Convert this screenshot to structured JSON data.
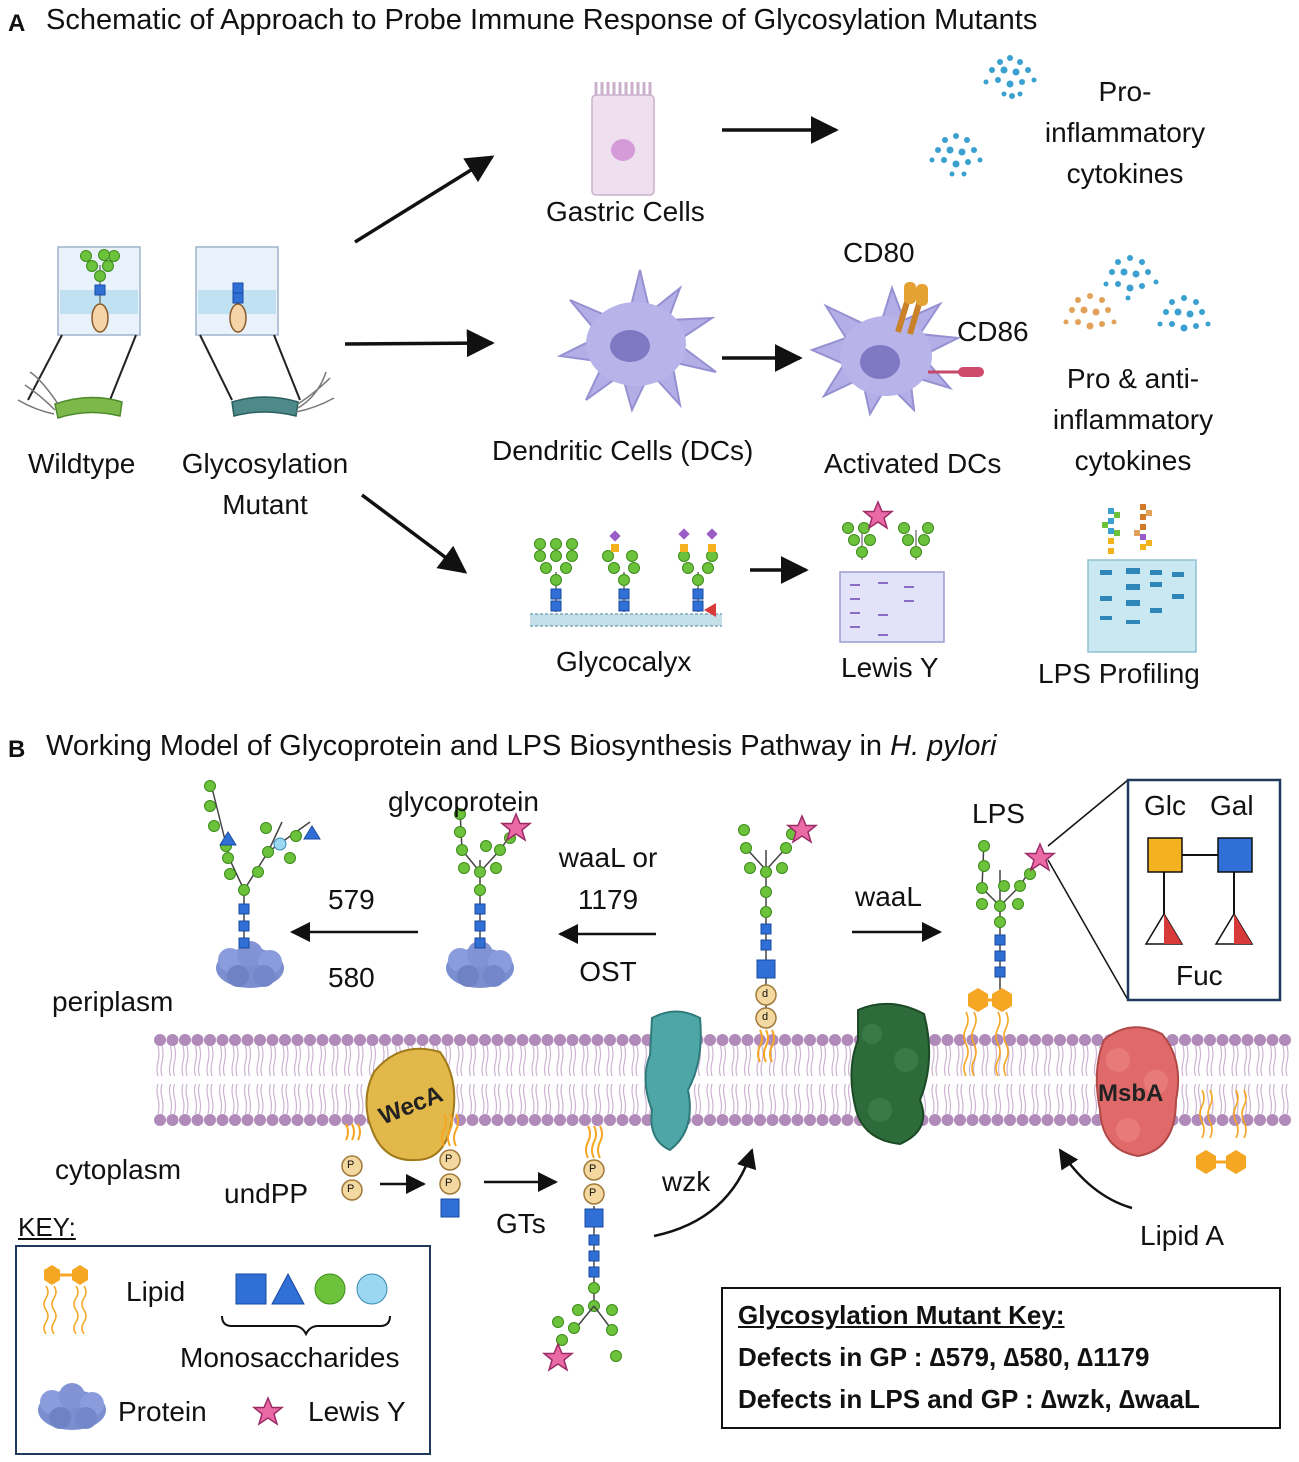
{
  "panel_a": {
    "letter": "A",
    "title": "Schematic of Approach to Probe Immune Response of Glycosylation Mutants",
    "labels": {
      "wildtype": "Wildtype",
      "mutant_line1": "Glycosylation",
      "mutant_line2": "Mutant",
      "gastric_cells": "Gastric Cells",
      "pro_line1": "Pro-",
      "pro_line2": "inflammatory",
      "pro_line3": "cytokines",
      "dcs": "Dendritic Cells (DCs)",
      "activated_dcs": "Activated DCs",
      "cd80": "CD80",
      "cd86": "CD86",
      "proanti_line1": "Pro & anti-",
      "proanti_line2": "inflammatory",
      "proanti_line3": "cytokines",
      "glycocalyx": "Glycocalyx",
      "lewis_y": "Lewis Y",
      "lps_profiling": "LPS Profiling"
    }
  },
  "panel_b": {
    "letter": "B",
    "title_prefix": "Working Model of Glycoprotein and LPS Biosynthesis Pathway in ",
    "title_italic": "H. pylori",
    "labels": {
      "glycoprotein": "glycoprotein",
      "lps": "LPS",
      "n579": "579",
      "n580": "580",
      "waal_or": "waaL or",
      "n1179": "1179",
      "ost": "OST",
      "waal": "waaL",
      "periplasm": "periplasm",
      "cytoplasm": "cytoplasm",
      "undpp": "undPP",
      "gts": "GTs",
      "wzk": "wzk",
      "wecA": "WecA",
      "msbA": "MsbA",
      "lipid_a": "Lipid A",
      "glc": "Glc",
      "gal": "Gal",
      "fuc": "Fuc",
      "p": "P",
      "d": "d"
    },
    "key": {
      "title": "KEY:",
      "lipid": "Lipid",
      "monosaccharides": "Monosaccharides",
      "protein": "Protein",
      "lewis_y": "Lewis Y"
    },
    "mutant_key": {
      "title": "Glycosylation Mutant Key:",
      "line1": "Defects in GP : ∆579, ∆580, ∆1179",
      "line2": "Defects in LPS and GP : ∆wzk, ∆waaL"
    }
  },
  "colors": {
    "blue_square": "#2f6fd6",
    "green_circle": "#6cc23a",
    "light_blue": "#9ad8f2",
    "yellow_square": "#f5b21f",
    "red_fucose": "#d83a3a",
    "pink_star": "#ea6aa6",
    "purple_diamond": "#9a5cc6",
    "membrane": "#b08ab8",
    "lipid_orange": "#f5a623",
    "protein_blue": "#7b8fd0"
  }
}
